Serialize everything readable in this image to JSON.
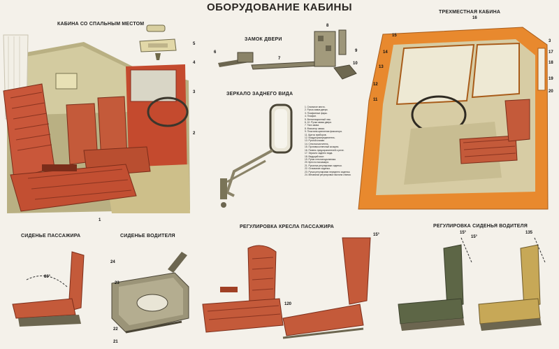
{
  "poster": {
    "title": "ОБОРУДОВАНИЕ КАБИНЫ"
  },
  "captions": {
    "sleeper_cab": "КАБИНА СО СПАЛЬНЫМ МЕСТОМ",
    "door_lock": "ЗАМОК ДВЕРИ",
    "rear_mirror": "ЗЕРКАЛО ЗАДНЕГО ВИДА",
    "three_seat_cab": "ТРЕХМЕСТНАЯ КАБИНА",
    "passenger_seat": "СИДЕНЬЕ ПАССАЖИРА",
    "driver_seat": "СИДЕНЬЕ ВОДИТЕЛЯ",
    "passenger_seat_adjust": "РЕГУЛИРОВКА КРЕСЛА ПАССАЖИРА",
    "driver_seat_adjust": "РЕГУЛИРОВКА СИДЕНЬЯ ВОДИТЕЛЯ"
  },
  "legend": [
    "1. Спальное место.",
    "2. Ручка замка двери.",
    "3. Плафонные фары.",
    "4. Плафон.",
    "5. Вентиляционный люк.",
    "6, 10. Ручка замка двери.",
    "7. Тяга замка.",
    "8. Фиксатор замка.",
    "9. Пластина крепления фиксатора.",
    "11. Щиток приборов.",
    "12. Воздухораспределитель.",
    "13. Ручной клапан.",
    "14. Стеклоочиститель.",
    "15. Противосолнечный козырек.",
    "16. Панель предохранителей и реле.",
    "17. Зеркало заднего вида.",
    "18. Ведущий мост.",
    "19. Ручки стеклоподъемника.",
    "20. Кресло пассажира.",
    "21. Рукоятка регулировки сиденья.",
    "22. Основание сиденья.",
    "23. Ручка регулировки переднего сиденья.",
    "24. Механизм регулировки наклона спинки."
  ],
  "callouts": {
    "sleeper": [
      "1",
      "2",
      "3",
      "4",
      "5"
    ],
    "lock": [
      "6",
      "7",
      "8",
      "9",
      "10"
    ],
    "three_cab": [
      "11",
      "12",
      "13",
      "14",
      "15",
      "16",
      "17",
      "18",
      "19",
      "20",
      "3"
    ],
    "driver_seat": [
      "21",
      "22",
      "23",
      "24"
    ]
  },
  "angle_labels": {
    "passenger_seat_angle": "80°",
    "passenger_adjust_back": "15°",
    "passenger_adjust_seat": "120",
    "driver_adjust_a": "15°",
    "driver_adjust_b": "15°",
    "driver_adjust_c": "135"
  },
  "colors": {
    "seat": "#c45a3a",
    "cab_orange": "#e8892e",
    "metal": "#8a8368",
    "text": "#222222"
  }
}
